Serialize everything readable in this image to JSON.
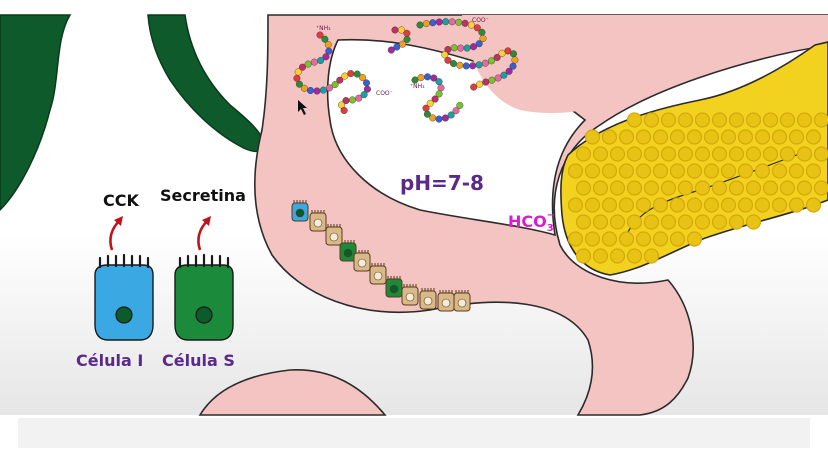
{
  "labels": {
    "cck": "CCK",
    "secretina": "Secretina",
    "celula_i": "Célula I",
    "celula_s": "Célula S",
    "ph": "pH=7-8",
    "hco3_main": "HCO",
    "hco3_sub": "3",
    "hco3_sup": "−",
    "nh3_a": "⁺NH₃",
    "nh3_b": "⁺NH₃",
    "coo_a": "COO⁻",
    "coo_b": "COO⁻"
  },
  "colors": {
    "duodenum": "#f4c4c2",
    "duodenum_edge": "#2b2b2b",
    "stomach": "#0f5a2a",
    "pancreas": "#f2d21e",
    "pancreas_cell": "#e0b70e",
    "cell_i": "#3aa9e3",
    "cell_s": "#1b8a3a",
    "nucleus": "#0d5a2a",
    "arrow": "#c0141c",
    "purple_text": "#5a2a8a",
    "magenta_text": "#d81ccf",
    "enterocyte": "#d9b98a",
    "enterocyte_nucleus": "#f5ecd8"
  }
}
